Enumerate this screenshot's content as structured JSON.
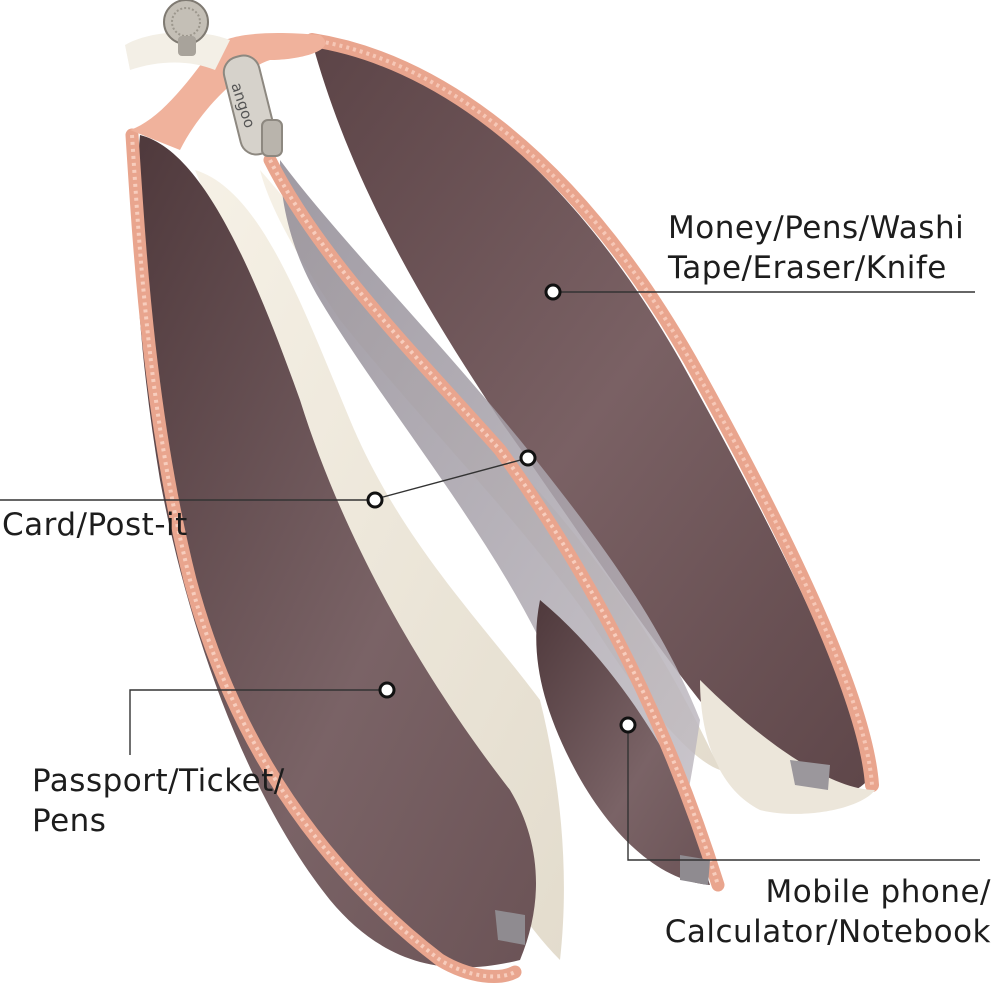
{
  "callouts": {
    "money": {
      "line1": "Money/Pens/Washi",
      "line2": "Tape/Eraser/Knife"
    },
    "card": {
      "line1": "Card/Post-it"
    },
    "passport": {
      "line1": "Passport/Ticket/",
      "line2": "Pens"
    },
    "mobile": {
      "line1": "Mobile phone/",
      "line2": "Calculator/Notebook"
    }
  },
  "product": {
    "brand_tag": "angoo",
    "description_icons": [
      "zipper-pull-icon",
      "callout-dot-icon"
    ],
    "colors": {
      "zipper": "#e9a58e",
      "lining_dark": "#6e5457",
      "lining_grey": "#a8a3ab",
      "divider_cream": "#efe8d9",
      "callout_line": "#333333"
    }
  }
}
